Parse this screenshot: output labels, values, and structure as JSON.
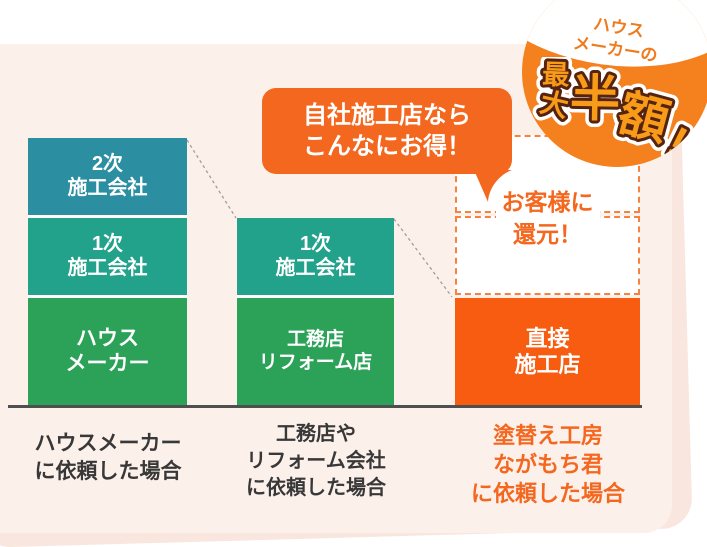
{
  "badge": {
    "maker_line1": "ハウス",
    "maker_line2": "メーカーの",
    "burst_char1": "最",
    "burst_char2": "大",
    "burst_char3": "半",
    "burst_char4": "額",
    "burst_char5": "!"
  },
  "bubble": {
    "line1": "自社施工店なら",
    "line2": "こんなにお得！"
  },
  "refund": {
    "line1": "お客様に",
    "line2": "還元！"
  },
  "columns": {
    "housemaker": {
      "bar_top_line1": "2次",
      "bar_top_line2": "施工会社",
      "bar_mid_line1": "1次",
      "bar_mid_line2": "施工会社",
      "bar_base_line1": "ハウス",
      "bar_base_line2": "メーカー",
      "caption_line1": "ハウスメーカー",
      "caption_line2": "に依頼した場合"
    },
    "koumuten": {
      "bar_mid_line1": "1次",
      "bar_mid_line2": "施工会社",
      "bar_base_line1": "工務店",
      "bar_base_line2": "リフォーム店",
      "caption_line1": "工務店や",
      "caption_line2": "リフォーム会社",
      "caption_line3": "に依頼した場合"
    },
    "direct": {
      "bar_base_line1": "直接",
      "bar_base_line2": "施工店",
      "caption_line1": "塗替え工房",
      "caption_line2": "ながもち君",
      "caption_line3": "に依頼した場合"
    }
  },
  "colors": {
    "card_pink": "#fcf0eb",
    "teal_dark": "#2b8fa1",
    "teal_green": "#23a28b",
    "green": "#2ba258",
    "orange_box": "#f85c10",
    "orange_accent": "#f4671f",
    "badge_orange": "#f5811e",
    "dashed_border": "#f5823f",
    "baseline_gray": "#4f4f4f",
    "caption_gray": "#383838"
  }
}
